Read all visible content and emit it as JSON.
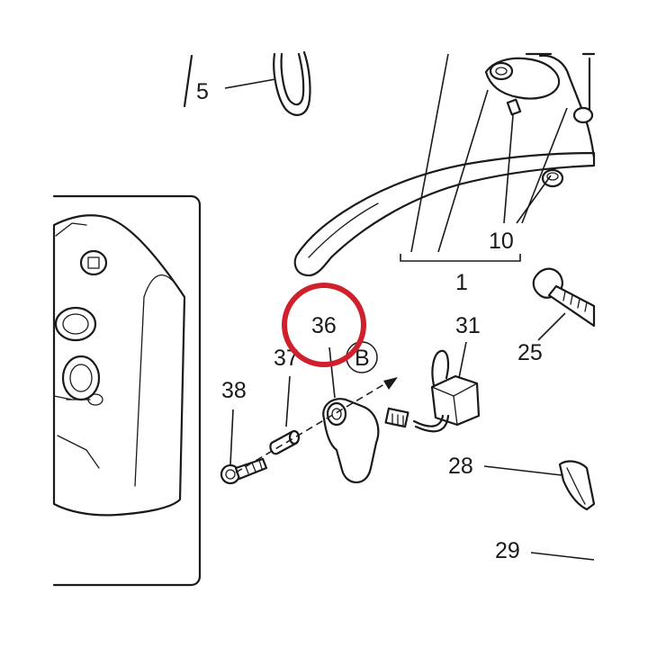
{
  "callouts": {
    "c1": "1",
    "c5": "5",
    "c10": "10",
    "c25": "25",
    "c28": "28",
    "c29": "29",
    "c31": "31",
    "c36": "36",
    "c37": "37",
    "c38": "38",
    "detail_b": "B"
  },
  "highlight": {
    "target": "36",
    "color": "#d0202c"
  },
  "colors": {
    "line": "#1a1a1a",
    "background": "#ffffff"
  }
}
